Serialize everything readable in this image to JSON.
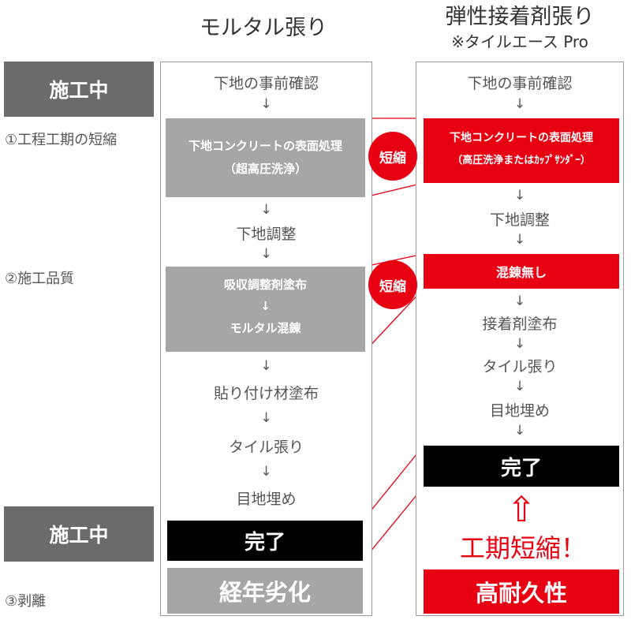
{
  "left_column": {
    "title": "モルタル張り",
    "steps": {
      "check": "下地の事前確認",
      "surface": [
        "下地コンクリートの表面処理",
        "（超高圧洗浄）"
      ],
      "adjust": "下地調整",
      "absorb": [
        "吸収調整剤塗布",
        "↓",
        "モルタル混錬"
      ],
      "apply": "貼り付け材塗布",
      "tile": "タイル張り",
      "joint": "目地埋め",
      "done": "完了",
      "result": "経年劣化"
    }
  },
  "right_column": {
    "title": "弾性接着剤張り",
    "subtitle": "※タイルエース Pro",
    "steps": {
      "check": "下地の事前確認",
      "surface": [
        "下地コンクリートの表面処理",
        "（高圧洗浄またはｶｯﾌﾟｻﾝﾀﾞｰ）"
      ],
      "adjust": "下地調整",
      "nomix": "混錬無し",
      "adhesive": "接着剤塗布",
      "tile": "タイル張り",
      "joint": "目地埋め",
      "done": "完了",
      "result": "高耐久性"
    },
    "callout": "工期短縮！"
  },
  "arrow_glyph": "↓",
  "up_arrow_glyph": "⇧",
  "phases": {
    "top": "施工中",
    "bottom": "施工中"
  },
  "side_labels": {
    "label1": "①工程工期の短縮",
    "label2": "②施工品質",
    "label3": "③剥離"
  },
  "badges": {
    "badge1": "短縮",
    "badge2": "短縮"
  },
  "colors": {
    "red": "#e60012",
    "gray": "#a6a6a6",
    "dark_gray": "#6b6b6b",
    "black": "#000000"
  }
}
